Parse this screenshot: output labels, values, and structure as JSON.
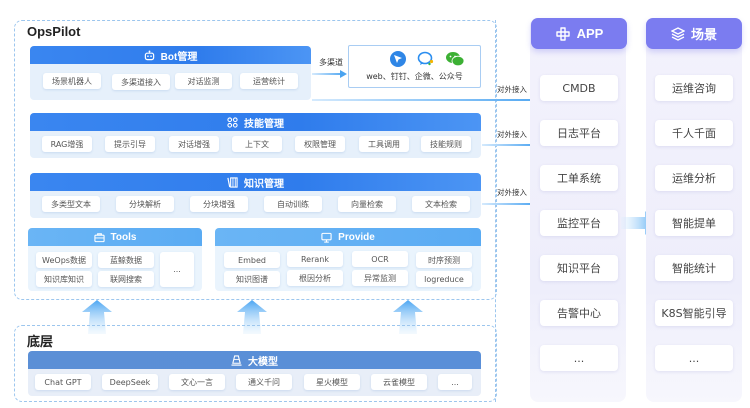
{
  "opspilot": {
    "title": "OpsPilot",
    "bot": {
      "title": "Bot管理",
      "icon": "robot-icon",
      "items": [
        "场景机器人",
        "多渠道接入",
        "对话监测",
        "运营统计"
      ]
    },
    "channel": {
      "label": "多渠道",
      "icons": [
        "web-icon",
        "dingtalk-icon",
        "wechat-icon"
      ],
      "text": "web、钉钉、企微、公众号"
    },
    "skill": {
      "title": "技能管理",
      "icon": "apps-grid-icon",
      "items": [
        "RAG增强",
        "提示引导",
        "对话增强",
        "上下文",
        "权限管理",
        "工具调用",
        "技能规则"
      ]
    },
    "knowledge": {
      "title": "知识管理",
      "icon": "books-icon",
      "items": [
        "多类型文本",
        "分块解析",
        "分块增强",
        "自动训练",
        "向量检索",
        "文本检索"
      ]
    },
    "tools": {
      "title": "Tools",
      "icon": "toolbox-icon",
      "items": [
        "WeOps数据",
        "蓝鲸数据",
        "知识库知识",
        "联网搜索",
        "..."
      ]
    },
    "provide": {
      "title": "Provide",
      "icon": "monitor-icon",
      "items": [
        "Embed",
        "Rerank",
        "OCR",
        "时序预测",
        "知识图谱",
        "根因分析",
        "异常监测",
        "logreduce"
      ]
    },
    "external_label": "对外接入"
  },
  "base": {
    "title": "底层",
    "llm": {
      "title": "大模型",
      "icon": "model-icon",
      "items": [
        "Chat GPT",
        "DeepSeek",
        "文心一言",
        "通义千问",
        "星火模型",
        "云雀模型",
        "..."
      ]
    }
  },
  "app": {
    "title": "APP",
    "icon": "app-icon",
    "items": [
      "CMDB",
      "日志平台",
      "工单系统",
      "监控平台",
      "知识平台",
      "告警中心",
      "..."
    ]
  },
  "scene": {
    "title": "场景",
    "icon": "layers-icon",
    "items": [
      "运维咨询",
      "千人千面",
      "运维分析",
      "智能提单",
      "智能统计",
      "K8S智能引导",
      "..."
    ]
  },
  "colors": {
    "primary_blue": "#2f7cec",
    "light_blue": "#5aabf3",
    "purple": "#7b7cf0",
    "panel_bg": "#e6f0fb"
  }
}
